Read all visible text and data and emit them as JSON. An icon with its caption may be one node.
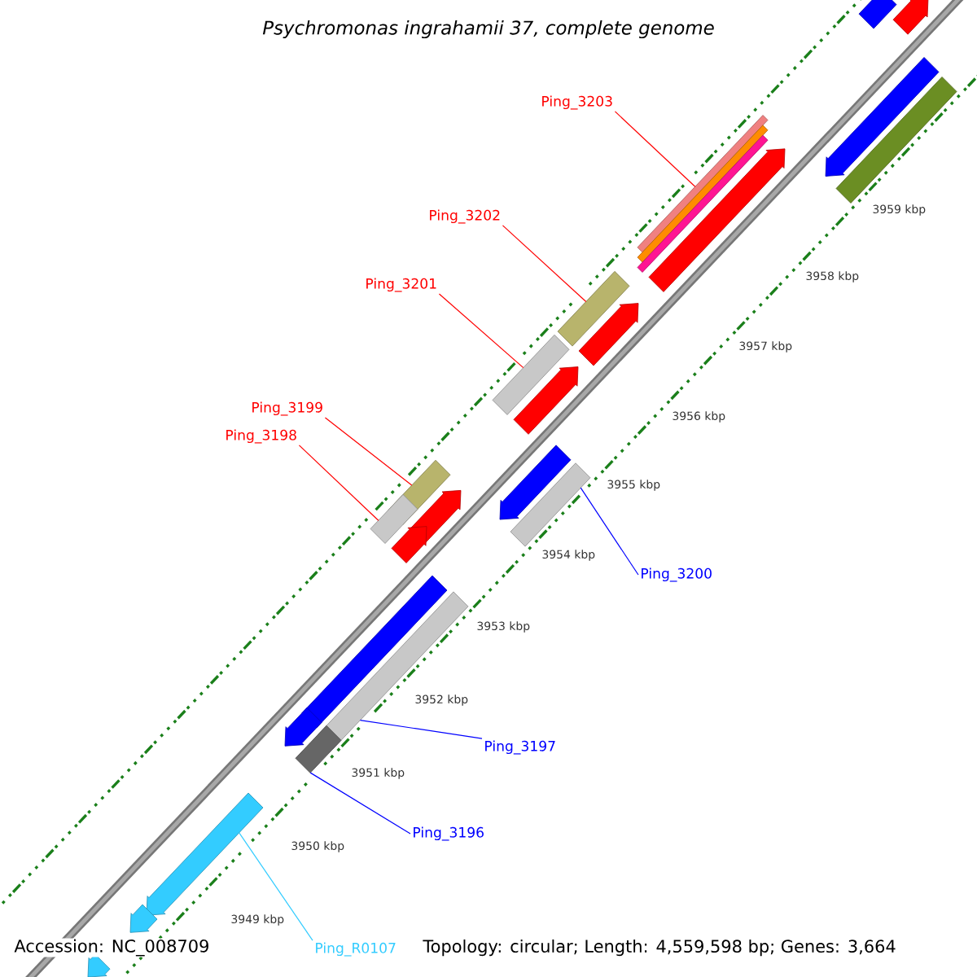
{
  "diagram": {
    "title": "Psychromonas ingrahamii 37, complete genome",
    "nodes": [
      {
        "text": [
          "Ping_3203"
        ]
      },
      {
        "text": [],
        "shape": "bar"
      },
      {
        "text": [
          "Ping_3202"
        ]
      },
      {
        "text": [],
        "shape": "bar"
      },
      {
        "text": [
          "Ping_3201"
        ]
      },
      {
        "text": [],
        "shape": "bar"
      },
      {
        "text": [
          "Ping_3199"
        ]
      },
      {
        "text": [],
        "shape": "bar"
      },
      {
        "text": [
          "Ping_3198"
        ]
      },
      {
        "text": [],
        "shape": "bar"
      },
      {
        "text": [
          "Ping_3200"
        ]
      },
      {
        "text": [],
        "shape": "bar"
      },
      {
        "text": [
          "Ping_3197"
        ]
      },
      {
        "text": [],
        "shape": "bar"
      },
      {
        "text": [
          "Ping_3196"
        ]
      },
      {
        "text": [],
        "shape": "bar"
      },
      {
        "text": [
          "Ping_R0107"
        ]
      },
      {
        "text": [],
        "shape": "arrow"
      },
      {
        "text": [],
        "shape": "bar"
      },
      {
        "text": [],
        "shape": "arrow"
      },
      {
        "text": [],
        "shape": "arrow"
      },
      {
        "text": [],
        "shape": "arrow"
      },
      {
        "text": [],
        "shape": "arrow"
      },
      {
        "text": [],
        "shape": "arrow"
      },
      {
        "text": [],
        "shape": "arrow"
      },
      {
        "text": [],
        "shape": "arrow"
      },
      {
        "text": [],
        "shape": "bar"
      },
      {
        "text": [],
        "shape": "arrow"
      },
      {
        "text": [],
        "shape": "bar"
      },
      {
        "text": [],
        "shape": "arrow"
      },
      {
        "text": [],
        "shape": "arrow"
      },
      {
        "text": [],
        "shape": "arrow"
      }
    ],
    "edges": [
      {
        "from": 0,
        "to": 1,
        "arrow": "none"
      },
      {
        "from": 2,
        "to": 3,
        "arrow": "none"
      },
      {
        "from": 4,
        "to": 5,
        "arrow": "none"
      },
      {
        "from": 6,
        "to": 7,
        "arrow": "none"
      },
      {
        "from": 8,
        "to": 9,
        "arrow": "none"
      },
      {
        "from": 10,
        "to": 11,
        "arrow": "none",
        "color": "#0000ff"
      },
      {
        "from": 12,
        "to": 13,
        "arrow": "none",
        "color": "#0000ff"
      },
      {
        "from": 14,
        "to": 15,
        "arrow": "none",
        "color": "#0000ff"
      },
      {
        "from": 16,
        "to": 17,
        "arrow": "none",
        "color": "#33ccff"
      }
    ],
    "labels": [
      "3959 kbp",
      "3958 kbp",
      "3957 kbp",
      "3956 kbp",
      "3955 kbp",
      "3954 kbp",
      "3953 kbp",
      "3952 kbp",
      "3951 kbp",
      "3950 kbp",
      "3949 kbp",
      "Accession: NC_008709",
      "Topology: circular; Length: 4,559,598 bp; Genes: 3,664"
    ]
  }
}
